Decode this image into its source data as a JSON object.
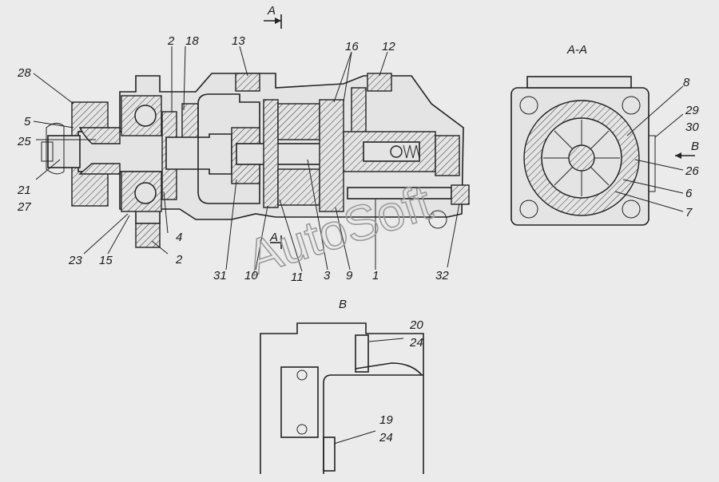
{
  "section_marks": {
    "a": "A",
    "a_lower": "A",
    "aa": "A-A",
    "b": "B",
    "b_arrow": "B"
  },
  "callouts": {
    "c28": "28",
    "c5": "5",
    "c25": "25",
    "c21": "21",
    "c27": "27",
    "c23": "23",
    "c15": "15",
    "c4": "4",
    "c2a": "2",
    "c2b": "2",
    "c18": "18",
    "c13": "13",
    "c16": "16",
    "c12": "12",
    "c31": "31",
    "c10": "10",
    "c11": "11",
    "c3": "3",
    "c9": "9",
    "c1": "1",
    "c32": "32",
    "c8": "8",
    "c29": "29",
    "c30": "30",
    "c26": "26",
    "c6": "6",
    "c7": "7",
    "c20": "20",
    "c24a": "24",
    "c19": "19",
    "c24b": "24"
  },
  "watermark": "AutoSoft"
}
